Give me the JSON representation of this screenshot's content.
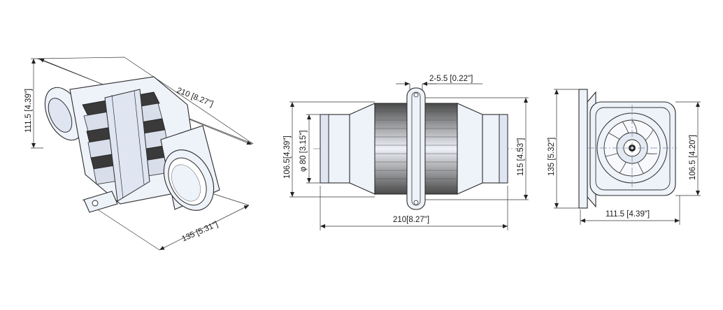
{
  "views": {
    "isometric": {
      "dim_length": "210  [8.27\"]",
      "dim_height": "111.5 [4.39\"]",
      "dim_width": "135  [5.31\"]"
    },
    "side": {
      "dim_flange": "2-5.5 [0.22\"]",
      "dim_total_length": "210[8.27\"]",
      "dim_pipe_dia": "106.5[4.39\"]",
      "dim_inner_dia": "φ 80 [3.15\"]",
      "dim_body_dia": "115 [4.53\"]"
    },
    "end": {
      "dim_height": "135 [5.32\"]",
      "dim_width": "111.5 [4.39\"]",
      "dim_outer": "106.5 [4.20\"]"
    }
  }
}
